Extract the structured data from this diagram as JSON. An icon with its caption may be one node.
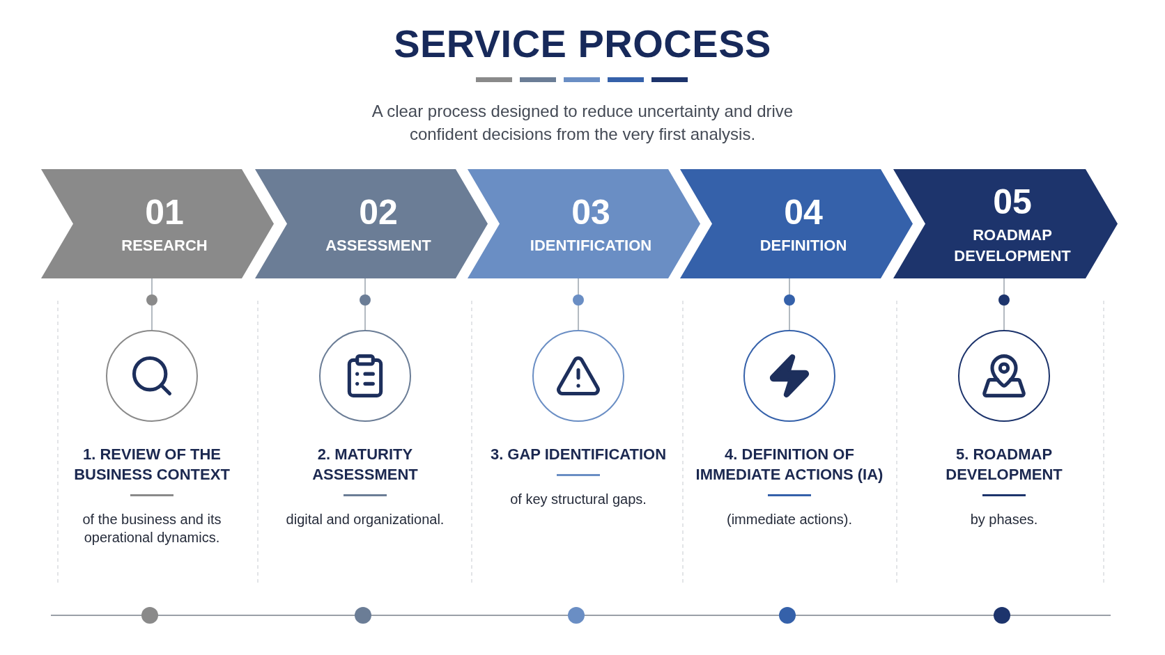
{
  "diagram": {
    "title": "SERVICE PROCESS",
    "nodes": [
      {
        "text": [
          "01",
          "RESEARCH"
        ]
      },
      {
        "text": [
          "02",
          "ASSESSMENT"
        ]
      },
      {
        "text": [
          "03",
          "IDENTIFICATION"
        ]
      },
      {
        "text": [
          "04",
          "DEFINITION"
        ]
      },
      {
        "text": [
          "05",
          "ROADMAP DEVELOPMENT"
        ]
      },
      {
        "text": [],
        "shape": "circle"
      },
      {
        "text": [],
        "shape": "circle"
      },
      {
        "text": [],
        "shape": "circle"
      },
      {
        "text": [],
        "shape": "circle"
      },
      {
        "text": [],
        "shape": "circle"
      }
    ],
    "edges": [
      {
        "from": 0,
        "to": 5,
        "arrow": "none"
      },
      {
        "from": 1,
        "to": 6,
        "arrow": "none"
      },
      {
        "from": 2,
        "to": 7,
        "arrow": "none"
      },
      {
        "from": 3,
        "to": 8,
        "arrow": "none"
      },
      {
        "from": 4,
        "to": 9,
        "arrow": "none"
      }
    ],
    "labels": [
      "A clear process designed to reduce uncertainty and drive confident decisions from the very first analysis.",
      "1. REVIEW OF THE BUSINESS CONTEXT",
      "of the business and its operational dynamics.",
      "2. MATURITY ASSESSMENT",
      "digital and organizational.",
      "3. GAP IDENTIFICATION",
      "of key structural gaps.",
      "4. DEFINITION OF IMMEDIATE ACTIONS (IA)",
      "(immediate actions).",
      "5. ROADMAP DEVELOPMENT",
      "by phases."
    ]
  }
}
